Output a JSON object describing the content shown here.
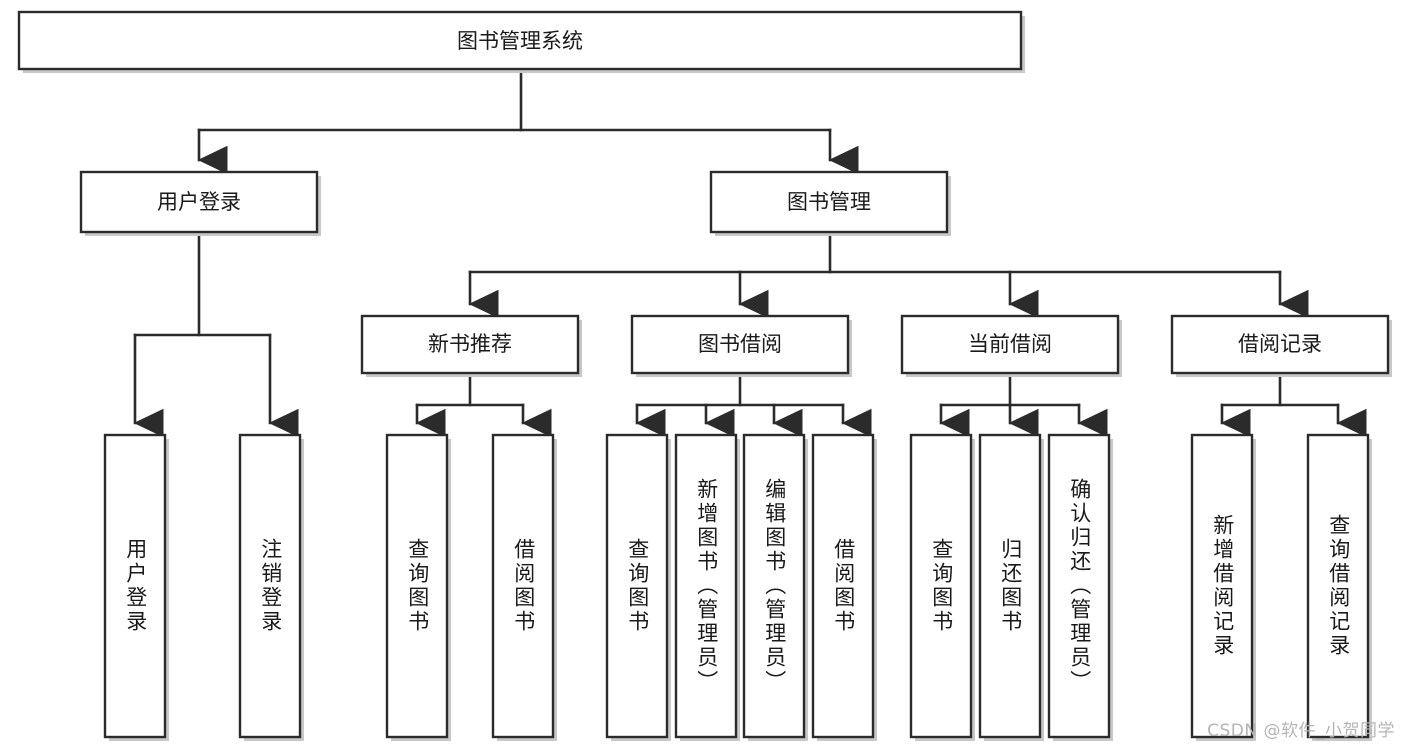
{
  "diagram": {
    "title": "图书管理系统",
    "type": "tree",
    "colors": {
      "stroke": "#2b2b2b",
      "fill": "#ffffff",
      "text": "#1a1a1a",
      "shadow": "#c8c8c8",
      "watermark": "#b5b5b5"
    },
    "root": {
      "label": "图书管理系统"
    },
    "level2": [
      {
        "label": "用户登录"
      },
      {
        "label": "图书管理"
      }
    ],
    "level3": [
      {
        "label": "新书推荐"
      },
      {
        "label": "图书借阅"
      },
      {
        "label": "当前借阅"
      },
      {
        "label": "借阅记录"
      }
    ],
    "leaves": [
      {
        "label": "用户登录",
        "parent": "用户登录"
      },
      {
        "label": "注销登录",
        "parent": "用户登录"
      },
      {
        "label": "查询图书",
        "parent": "新书推荐"
      },
      {
        "label": "借阅图书",
        "parent": "新书推荐"
      },
      {
        "label": "查询图书",
        "parent": "图书借阅"
      },
      {
        "label": "新增图书（管理员）",
        "parent": "图书借阅"
      },
      {
        "label": "编辑图书（管理员）",
        "parent": "图书借阅"
      },
      {
        "label": "借阅图书",
        "parent": "图书借阅"
      },
      {
        "label": "查询图书",
        "parent": "当前借阅"
      },
      {
        "label": "归还图书",
        "parent": "当前借阅"
      },
      {
        "label": "确认归还（管理员）",
        "parent": "当前借阅"
      },
      {
        "label": "新增借阅记录",
        "parent": "借阅记录"
      },
      {
        "label": "查询借阅记录",
        "parent": "借阅记录"
      }
    ]
  },
  "watermark": {
    "text": "CSDN @软件_小贺同学"
  }
}
